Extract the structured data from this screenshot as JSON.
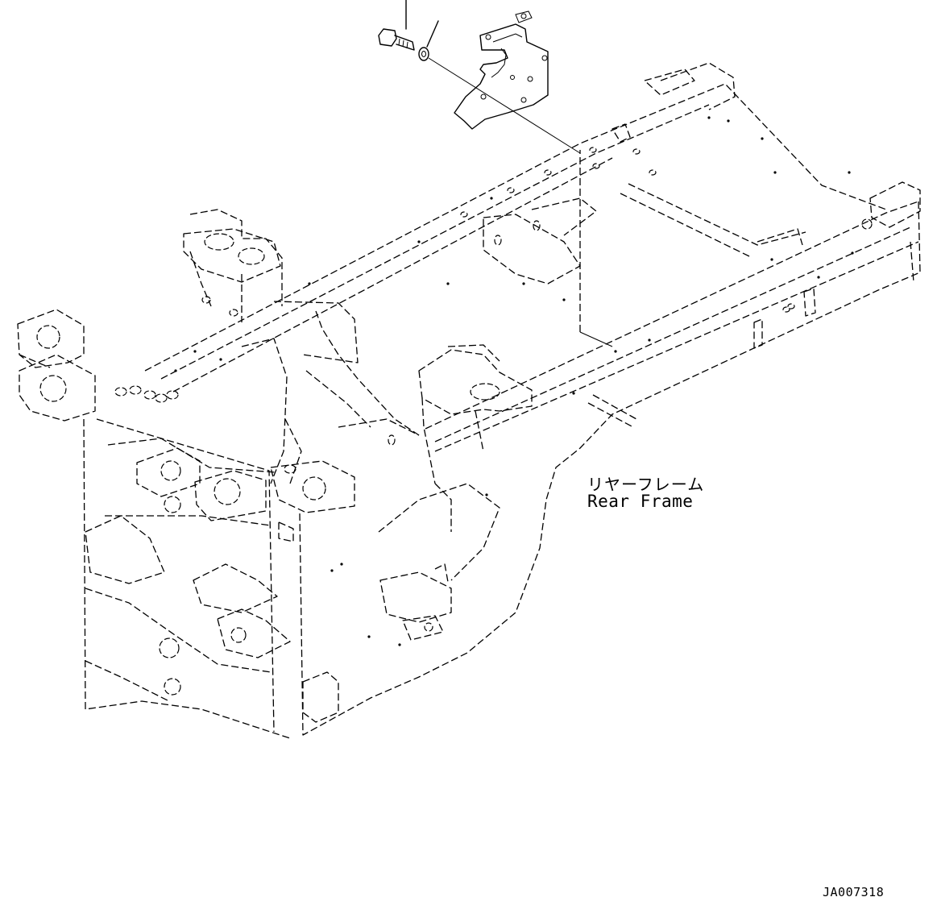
{
  "callout": {
    "label_jp": "リヤーフレーム",
    "label_en": "Rear Frame"
  },
  "drawing_code": "JA007318"
}
